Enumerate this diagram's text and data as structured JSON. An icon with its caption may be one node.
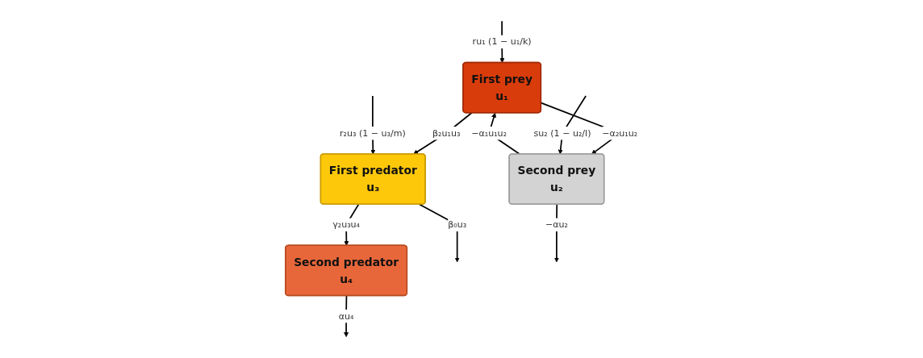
{
  "diagram": {
    "nodes": [
      {
        "text": [
          "First prey",
          "u₁"
        ]
      },
      {
        "text": [
          "Second prey",
          "u₂"
        ]
      },
      {
        "text": [
          "First predator",
          "u₃"
        ]
      },
      {
        "text": [
          "Second predator",
          "u₄"
        ]
      }
    ],
    "edges": [
      {
        "from": null,
        "to": 0,
        "arrow": "to",
        "label": "ru₁ (1 − u₁/k)"
      },
      {
        "from": 0,
        "to": 2,
        "arrow": "to",
        "label": "β₂u₁u₃"
      },
      {
        "from": null,
        "to": 2,
        "arrow": "to",
        "label": "r₂u₃ (1 − u₃/m)"
      },
      {
        "from": 2,
        "to": null,
        "arrow": "to",
        "label": "β₀u₃"
      },
      {
        "from": 0,
        "to": 1,
        "arrow": "to",
        "label": "−α₂u₁u₂"
      },
      {
        "from": 1,
        "to": 0,
        "arrow": "to",
        "label": "−α₁u₁u₂"
      },
      {
        "from": 2,
        "to": 3,
        "arrow": "to",
        "label": "γ₂u₃u₄"
      },
      {
        "from": null,
        "to": 1,
        "arrow": "to",
        "label": "su₂ (1 − u₂/l)"
      },
      {
        "from": 1,
        "to": null,
        "arrow": "to",
        "label": "−αu₂"
      },
      {
        "from": 3,
        "to": null,
        "arrow": "to",
        "label": "αu₄"
      }
    ]
  }
}
